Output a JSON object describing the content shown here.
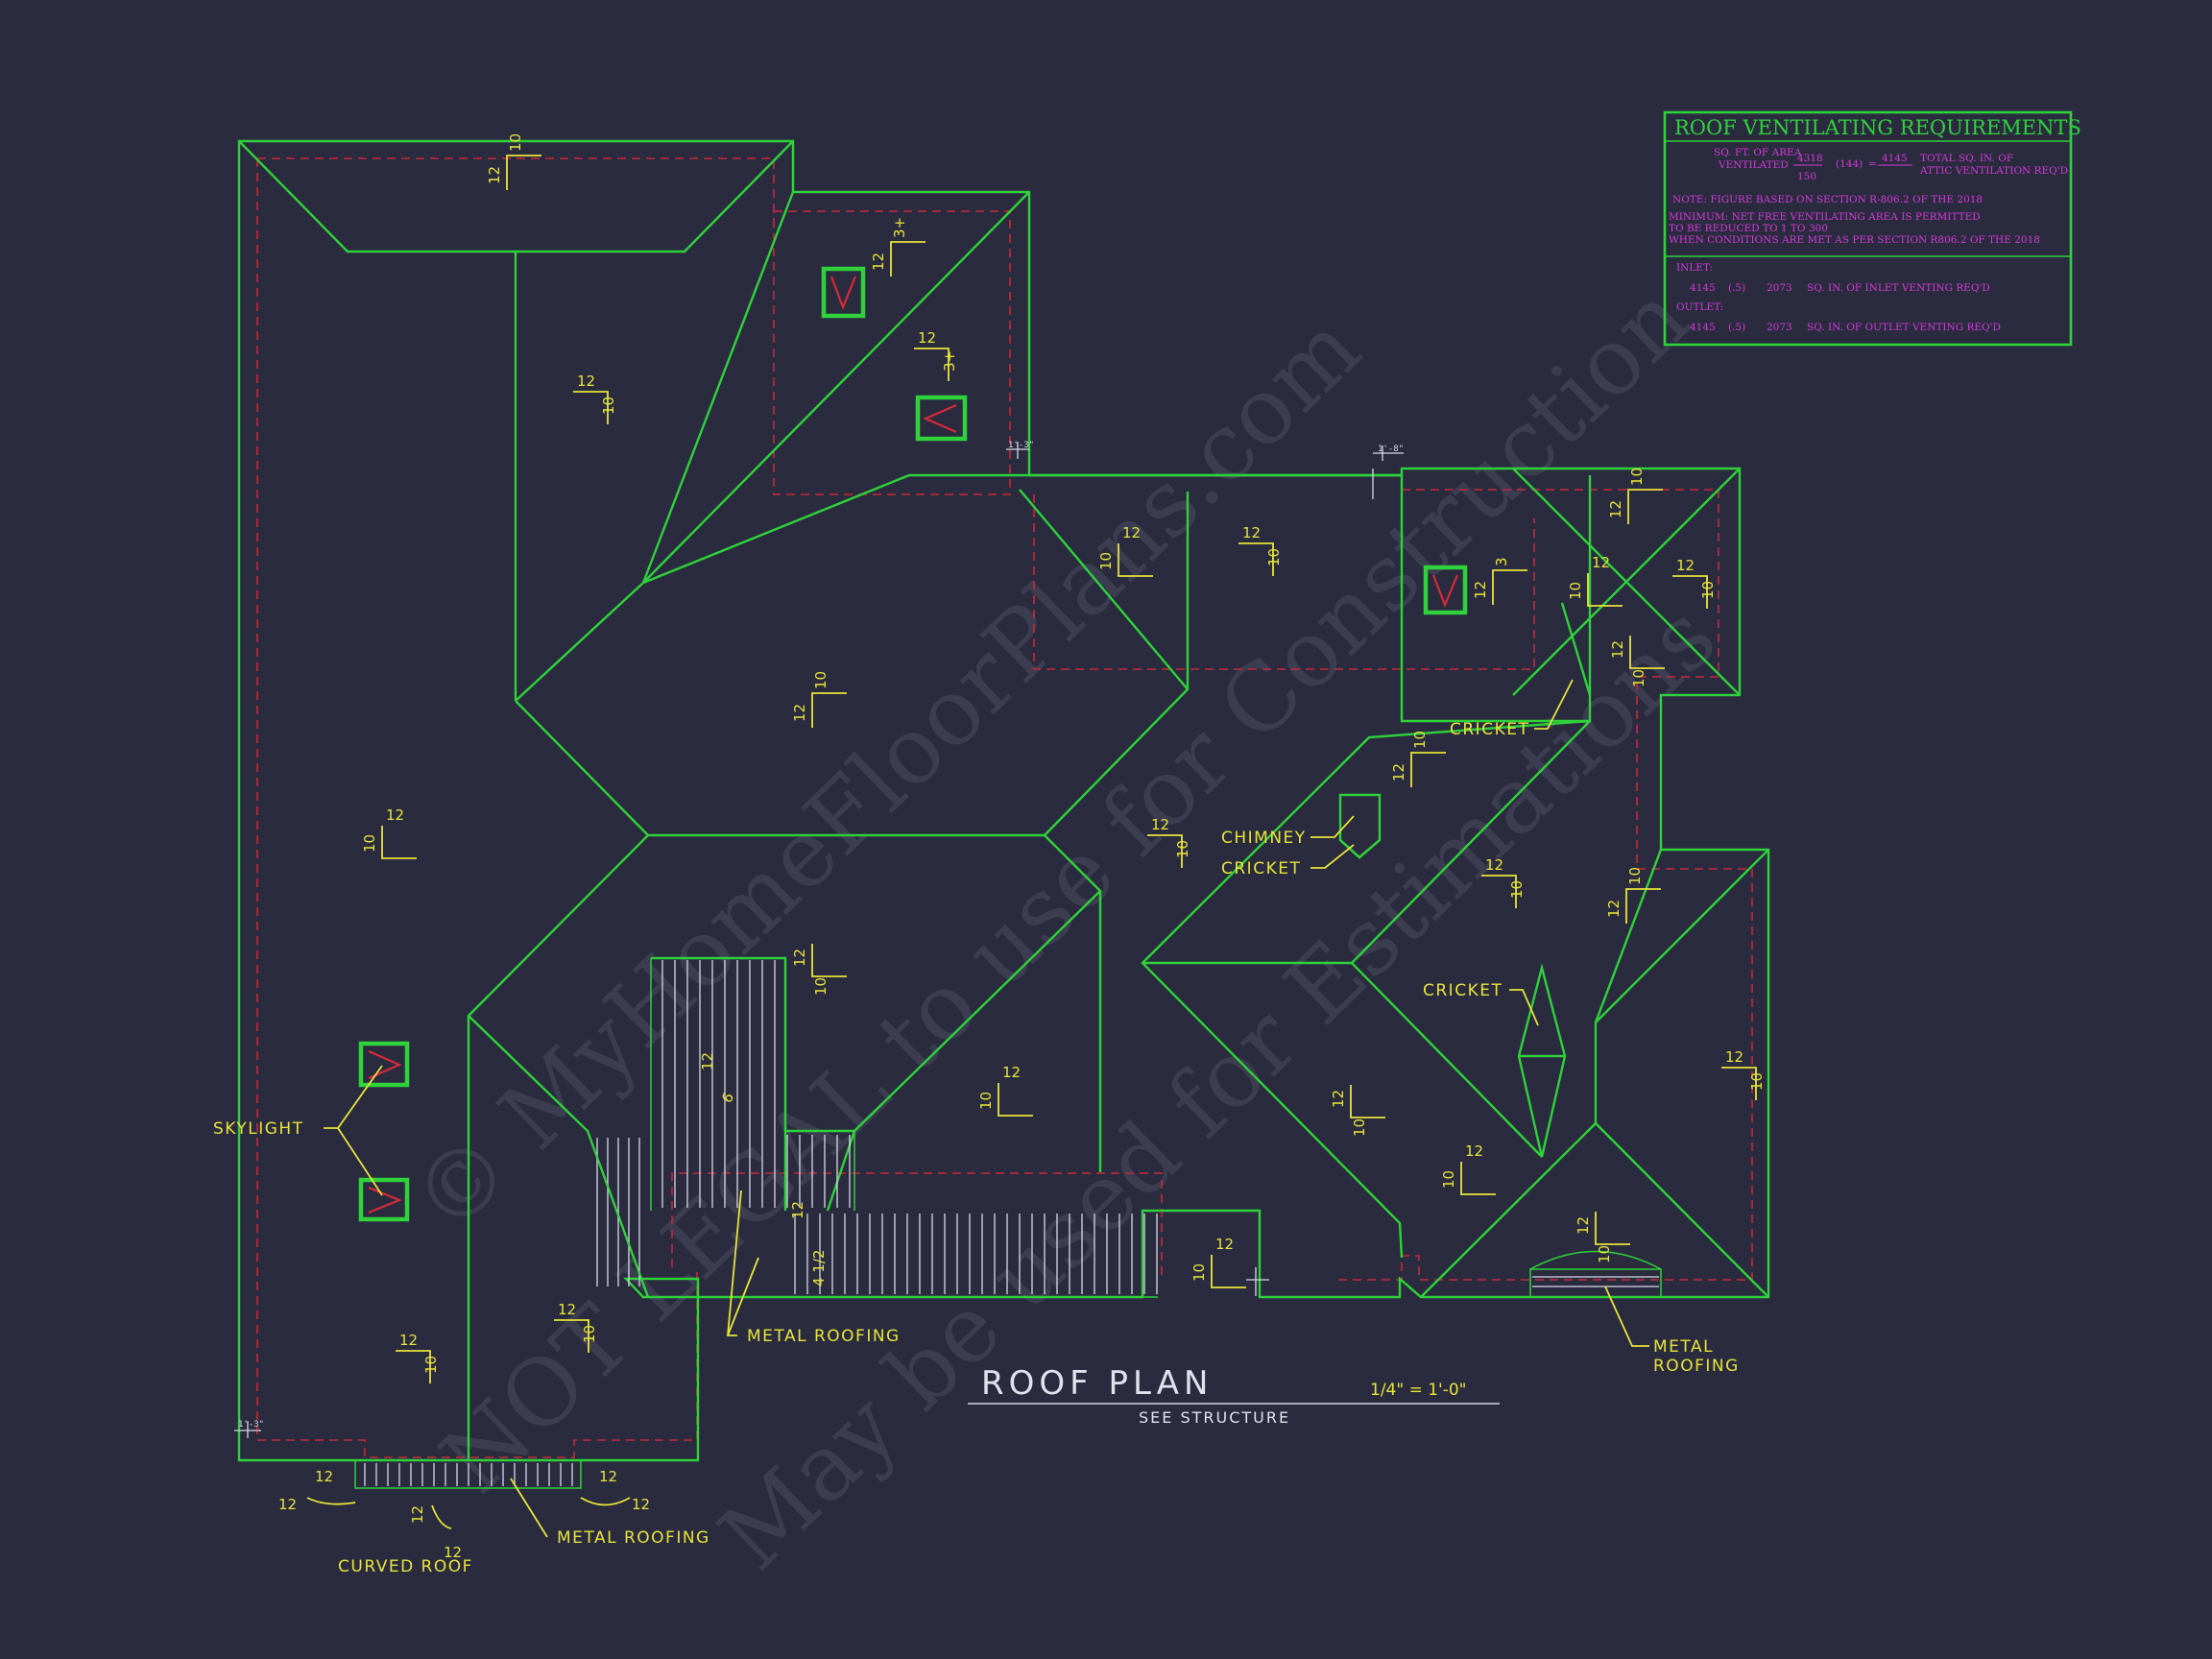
{
  "watermark": {
    "line1": "© MyHomeFloorPlans.com",
    "line2": "NOT LEGAL to use for Construction",
    "line3": "May be used for Estimations"
  },
  "drawing": {
    "title": "ROOF PLAN",
    "scale": "1/4\" = 1'-0\"",
    "subtitle": "SEE STRUCTURE"
  },
  "callouts": {
    "skylight": "SKYLIGHT",
    "chimney": "CHIMNEY",
    "cricket": "CRICKET",
    "metal_roofing": "METAL ROOFING",
    "metal": "METAL",
    "roofing": "ROOFING",
    "curved_roof": "CURVED ROOF"
  },
  "pitch": {
    "rise_10": "10",
    "run_12": "12",
    "rise_3": "3",
    "rise_3_plus": "3+",
    "rise_6": "6",
    "rise_4_half": "4 1/2"
  },
  "dims": {
    "d1": "1'-3\"",
    "d2": "1'-8\"",
    "d3": "1'-3\""
  },
  "vent_table": {
    "title": "ROOF VENTILATING REQUIREMENTS",
    "sqft_label": "SQ. FT. OF AREA",
    "ventilated": "VENTILATED",
    "area": "4318",
    "ratio": "150",
    "mult": "(144)",
    "eq": "=",
    "total_value": "4145",
    "total_label": "TOTAL SQ. IN. OF",
    "attic_label": "ATTIC VENTILATION REQ'D",
    "note1": "NOTE: FIGURE BASED ON SECTION R-806.2 OF THE 2018",
    "note2": "MINIMUM: NET FREE VENTILATING AREA IS PERMITTED",
    "note3": "TO BE REDUCED TO 1 TO 300",
    "note4": "WHEN CONDITIONS ARE MET AS PER SECTION R806.2 OF THE 2018",
    "inlet_label": "INLET:",
    "inlet_value": "4145",
    "inlet_factor": "(.5)",
    "inlet_result": "2073",
    "inlet_text": "SQ. IN. OF INLET VENTING REQ'D",
    "outlet_label": "OUTLET:",
    "outlet_value": "4145",
    "outlet_factor": "(.5)",
    "outlet_result": "2073",
    "outlet_text": "SQ. IN. OF OUTLET VENTING REQ'D"
  },
  "colors": {
    "background": "#2a2b3f",
    "roof_lines": "#2fd23a",
    "wall_dash": "#c42a3c",
    "annotation": "#e8e43a",
    "table_text": "#d63ad8"
  }
}
